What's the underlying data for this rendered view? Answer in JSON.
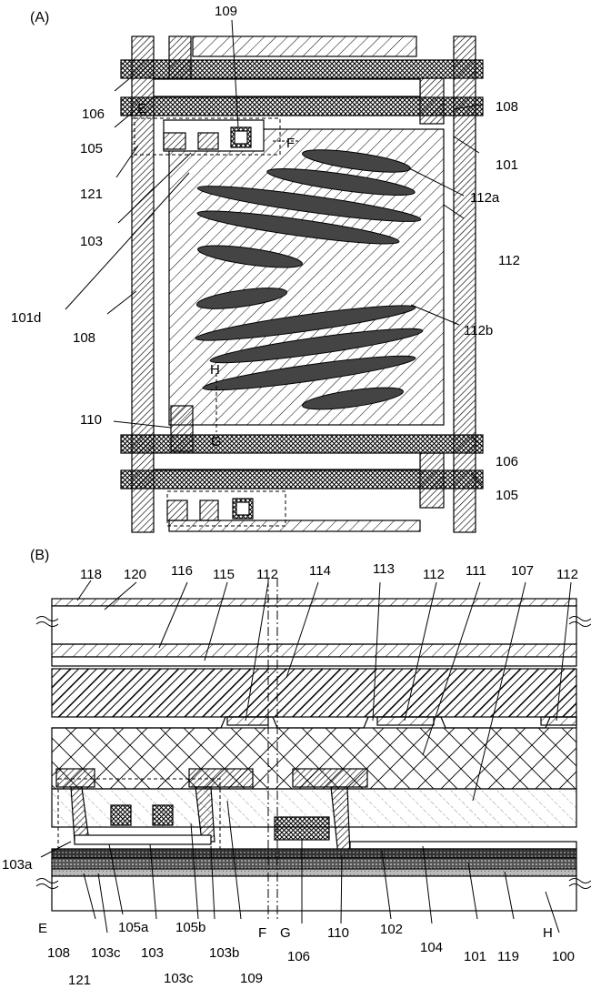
{
  "panel_a": {
    "title": "(A)",
    "labels": {
      "l109": "109",
      "l106": "106",
      "l108_right": "108",
      "l105_left": "105",
      "l_E": "E",
      "l_F": "F",
      "l101": "101",
      "l121": "121",
      "l112a": "112a",
      "l103": "103",
      "l112": "112",
      "l101d": "101d",
      "l108_left": "108",
      "l112b": "112b",
      "l_H": "H",
      "l110": "110",
      "l_G": "G",
      "l106_bottom": "106",
      "l105_bottom": "105"
    }
  },
  "panel_b": {
    "title": "(B)",
    "top_labels": {
      "l118": "118",
      "l120": "120",
      "l116": "116",
      "l115": "115",
      "l112_1": "112",
      "l114": "114",
      "l113": "113",
      "l112_2": "112",
      "l111": "111",
      "l107": "107",
      "l112_3": "112"
    },
    "bottom_labels": {
      "l103a": "103a",
      "l_E": "E",
      "l108": "108",
      "l121": "121",
      "l103c_1": "103c",
      "l105a": "105a",
      "l103": "103",
      "l103c_2": "103c",
      "l105b": "105b",
      "l103b": "103b",
      "l_F": "F",
      "l109": "109",
      "l_G": "G",
      "l106": "106",
      "l110": "110",
      "l102": "102",
      "l104": "104",
      "l101": "101",
      "l119": "119",
      "l_H": "H",
      "l100": "100"
    }
  }
}
